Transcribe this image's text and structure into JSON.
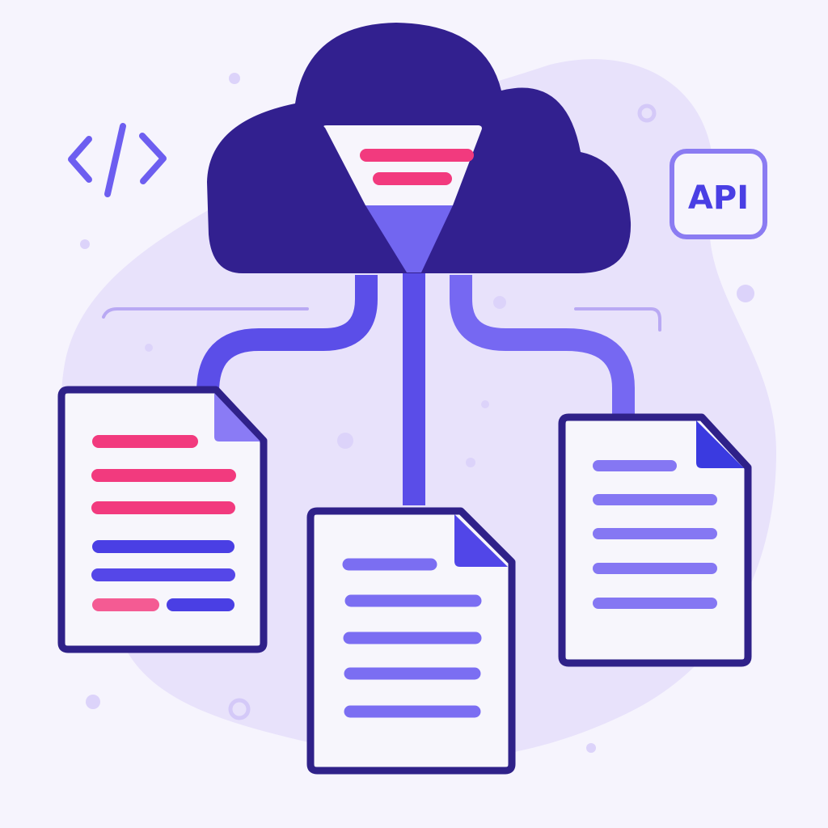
{
  "illustration": {
    "title": "Cloud data filtering to documents",
    "colors": {
      "background": "#f6f4fd",
      "blob": "#e6e0fb",
      "cloud": "#2f1f8f",
      "funnel_top": "#f7f5fc",
      "funnel_bottom": "#7468f0",
      "pipe": "#5b4ee8",
      "pipe_light": "#7668f2",
      "doc_border": "#2f2189",
      "doc_fill": "#f7f6fc",
      "doc_fold_left": "#8a7bf5",
      "doc_fold_center": "#5146e8",
      "doc_fold_right": "#3a3ae0",
      "line_pink": "#f23a7e",
      "line_blue": "#4a3fe4",
      "line_lavender": "#8577f3",
      "api_border": "#8b7cf2",
      "api_text": "#4a3fe4",
      "code_icon": "#6d5ef0",
      "dots": "#d9d0fa"
    },
    "api_badge": {
      "label": "API"
    },
    "code_icon": {
      "label": "</>"
    },
    "documents": [
      {
        "name": "left-document",
        "lines": [
          "pink-short",
          "pink",
          "pink",
          "blue",
          "blue",
          "pink-half+blue-half"
        ]
      },
      {
        "name": "center-document",
        "lines": [
          "lavender-short",
          "lavender",
          "lavender",
          "lavender",
          "lavender"
        ]
      },
      {
        "name": "right-document",
        "lines": [
          "lavender-short",
          "lavender",
          "lavender",
          "lavender",
          "lavender"
        ]
      }
    ]
  }
}
